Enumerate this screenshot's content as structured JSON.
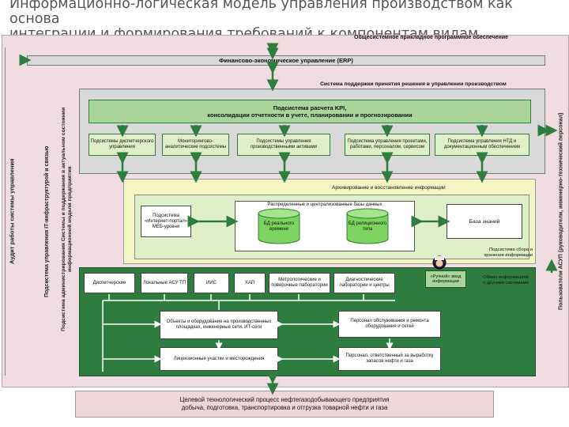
{
  "title": {
    "line1": "Информационно-логическая модель управления производством как основа",
    "line2": "интеграции и формирования требований к компонентам видам обеспечений"
  },
  "colors": {
    "outer_frame": "#f1dde1",
    "grey_panel": "#d9d9d9",
    "green_dark": "#2e7d3e",
    "green_light": "#dff0c8",
    "green_box": "#a9d49a",
    "yellow_panel": "#f4f6c4",
    "cyan_db": "#7dd35f",
    "bottom_panel": "#f0d7dc"
  },
  "header": {
    "general_software": "Общесистемное прикладное программное обеспечение",
    "erp": "Финансово-экономическое управление (ERP)",
    "dss": "Система поддержки принятия решения в управлении производством"
  },
  "kpi": {
    "line1": "Подсистема расчета KPI,",
    "line2": "консолидации отчетности в учете, планировании и прогнозировании"
  },
  "subsystems": [
    "Подсистемы диспетчерского управления",
    "Мониторингово-аналитические подсистемы",
    "Подсистемы управления производственными активами",
    "Подсистема управления проектами, работами, персоналом, сервисом",
    "Подсистема управления НТД и документационным обеспечением"
  ],
  "archive": {
    "title": "Архивирование и восстановление информации",
    "internet_portal": "Подсистема «Интернет-портал» МЕБ-уровня",
    "distributed_db": "Распределенные и централизованные базы данных",
    "db_realtime": "БД реального времени",
    "db_relational": "БД реляционного типа",
    "knowledge_base": "База знаний",
    "collection": "Подсистема сбора и хранения информации"
  },
  "manual_input": "«Ручной» ввод информации",
  "exchange": "Обмен информацией с другими системами",
  "field_systems": [
    "Диспетчерские",
    "Локальные АСУ ТП",
    "ИИС",
    "ХАП",
    "Метрологические и поверочные лаборатории",
    "Диагностические лаборатории и центры"
  ],
  "objects": "Объекты и оборудование на производственных площадках, инженерные сети, ИТ-сети",
  "licenses": "Лицензионные участки и месторождения",
  "service_staff": "Персонал обслуживания и ремонта оборудования и сетей",
  "responsible_staff": "Персонал, ответственный за выработку запасов нефти и газа",
  "side_labels": {
    "audit": "Аудит работы системы управления",
    "it_infra": "Подсистема управления IT-инфраструктурой и связью",
    "admin": "Подсистема администрирования Системы и поддержания в актуальном состоянии информационной модели предприятия",
    "asup_users": "Пользователи АСУП (руководители, инженерно-технический персонал)"
  },
  "bottom": {
    "line1": "Целевой технологический процесс нефтегазодобывающего предприятия",
    "line2": "добыча, подготовка, транспортировка и отгрузка товарной нефти и газа"
  }
}
